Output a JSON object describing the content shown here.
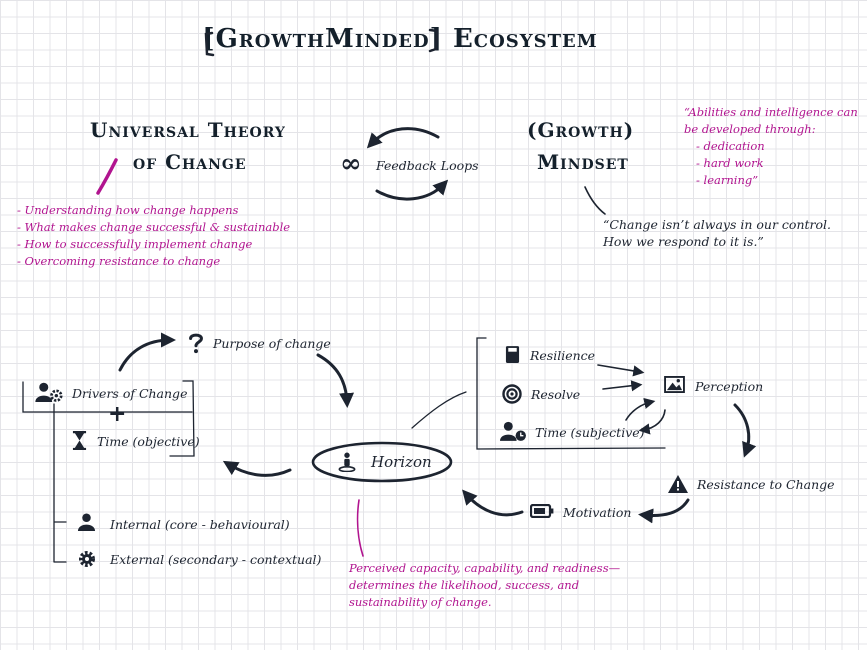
{
  "title": "[GrowthMinded] Ecosystem",
  "top": {
    "theory_line1": "Universal Theory",
    "theory_line2": "of Change",
    "theory_points": [
      "- Understanding how change happens",
      "- What makes change successful & sustainable",
      "- How to successfully implement change",
      "- Overcoming resistance to change"
    ],
    "feedback_symbol": "∞",
    "feedback_label": "Feedback Loops",
    "mindset_line1": "(Growth)",
    "mindset_line2": "Mindset",
    "mindset_quote_line1": "“Change isn’t always in our control.",
    "mindset_quote_line2": "How we respond to it is.”",
    "abilities_line1": "“Abilities and intelligence can",
    "abilities_line2": "be developed through:",
    "abilities_items": [
      "- dedication",
      "- hard work",
      "- learning”"
    ]
  },
  "diagram": {
    "purpose": "Purpose of change",
    "drivers": "Drivers of Change",
    "plus": "+",
    "time_objective": "Time (objective)",
    "internal": "Internal (core - behavioural)",
    "external": "External  (secondary - contextual)",
    "horizon": "Horizon",
    "resilience": "Resilience",
    "resolve": "Resolve",
    "time_subjective": "Time (subjective)",
    "perception": "Perception",
    "resistance": "Resistance to Change",
    "motivation": "Motivation",
    "horizon_note_line1": "Perceived capacity, capability, and readiness—",
    "horizon_note_line2": "determines the likelihood, success, and",
    "horizon_note_line3": "sustainability of change."
  },
  "colors": {
    "ink": "#1d2430",
    "accent": "#b1148f",
    "grid": "#e4e4e8"
  },
  "icons": {
    "question": "question-mark-icon",
    "drivers": "user-gear-icon",
    "time": "hourglass-icon",
    "internal": "user-icon",
    "external": "gear-icon",
    "horizon": "person-pin-icon",
    "resilience": "glass-icon",
    "resolve": "target-icon",
    "time_subjective": "user-clock-icon",
    "perception": "image-icon",
    "resistance": "warning-icon",
    "motivation": "battery-icon"
  }
}
